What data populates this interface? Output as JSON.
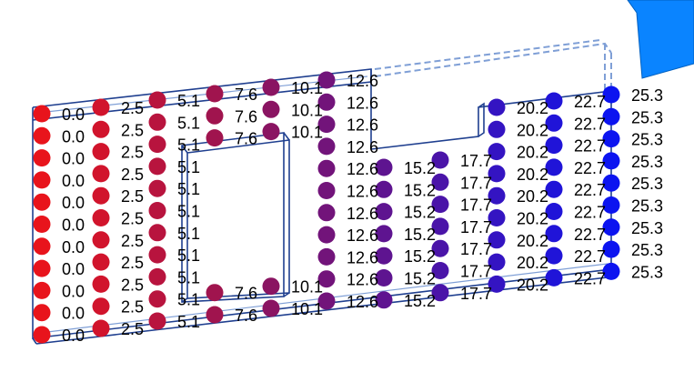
{
  "colors": {
    "background": "#ffffff",
    "outline": "#1f3f8f",
    "outline_light": "#7f9fd6",
    "hidden_edge": "#7f9fd6",
    "corner_object": "#0a84ff"
  },
  "columns": [
    {
      "value": "0.0",
      "color": "#e8141c",
      "rows": 11
    },
    {
      "value": "2.5",
      "color": "#d1142c",
      "rows": 11
    },
    {
      "value": "5.1",
      "color": "#b8143e",
      "rows": 11
    },
    {
      "value": "7.6",
      "color": "#a0144e",
      "rows": 5
    },
    {
      "value": "10.1",
      "color": "#8a1462",
      "rows": 5
    },
    {
      "value": "12.6",
      "color": "#72147a",
      "rows": 11
    },
    {
      "value": "15.2",
      "color": "#5e1490",
      "rows": 7
    },
    {
      "value": "17.7",
      "color": "#4a14a8",
      "rows": 7
    },
    {
      "value": "20.2",
      "color": "#3414c2",
      "rows": 9
    },
    {
      "value": "22.7",
      "color": "#2014d8",
      "rows": 9
    },
    {
      "value": "25.3",
      "color": "#0c14f0",
      "rows": 9
    }
  ]
}
